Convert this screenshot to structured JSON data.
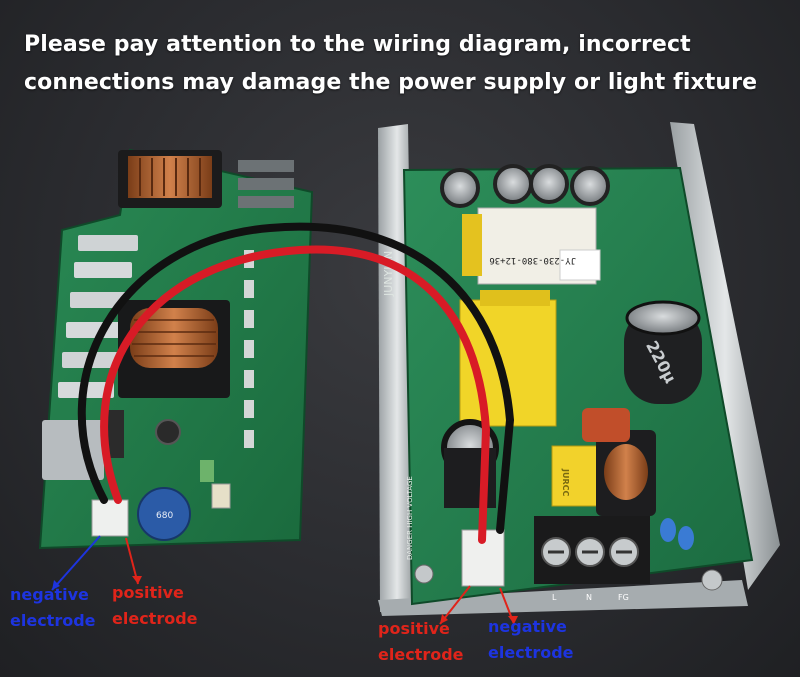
{
  "headline": {
    "line1": "Please pay attention to the wiring diagram, incorrect",
    "line2": "connections may damage the power supply or light fixture"
  },
  "labels": {
    "left_negative": [
      "negative",
      "electrode"
    ],
    "left_positive": [
      "positive",
      "electrode"
    ],
    "right_positive": [
      "positive",
      "electrode"
    ],
    "right_negative": [
      "negative",
      "electrode"
    ]
  },
  "pcb_markings": {
    "module_label": "JY-230-380-12+36",
    "capacitor_label": "220μ",
    "choke_label": "JURCC",
    "vertical_brand": "JUNYIAN",
    "terminal_pins": [
      "L",
      "N",
      "FG"
    ],
    "warning_text": "DANGER HIGH VOLTAGE",
    "cap_blue": "680"
  },
  "colors": {
    "negative_label": "#1d34e0",
    "positive_label": "#e0241a",
    "pcb_green": "#1f7a45",
    "wire_red": "#d81b26",
    "wire_black": "#111111"
  }
}
